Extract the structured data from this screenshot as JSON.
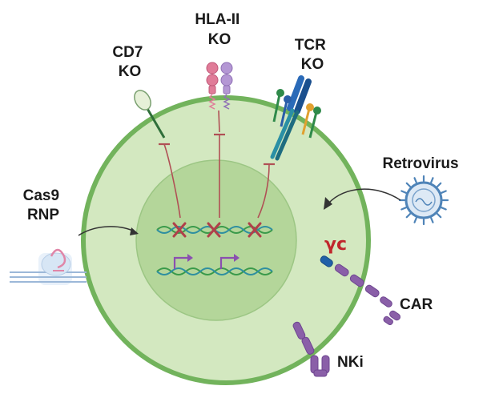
{
  "labels": {
    "cd7": [
      "CD7",
      "KO"
    ],
    "hla": [
      "HLA-II",
      "KO"
    ],
    "tcr": [
      "TCR",
      "KO"
    ],
    "cas9": [
      "Cas9",
      "RNP"
    ],
    "retrovirus": "Retrovirus",
    "gamma_c": "γc",
    "car": "CAR",
    "nki": "NKi"
  },
  "colors": {
    "cytoplasm": "#d3e8c0",
    "membrane": "#72b35c",
    "nucleus": "#b4d69a",
    "nucleus_edge": "#9cc684",
    "inhibit_line": "#b05055",
    "knockout_x": "#b0404a",
    "arrow_purple": "#8a4fb0",
    "dna_green": "#3a9a4a",
    "dna_teal": "#2e8fa0",
    "receptor_purple": "#8a5fa8",
    "car_blue": "#2060a8",
    "hla_pink": "#e07c98",
    "hla_lilac": "#b497d4",
    "virus_blue": "#4f84b8",
    "gamma_red": "#c0262c"
  }
}
